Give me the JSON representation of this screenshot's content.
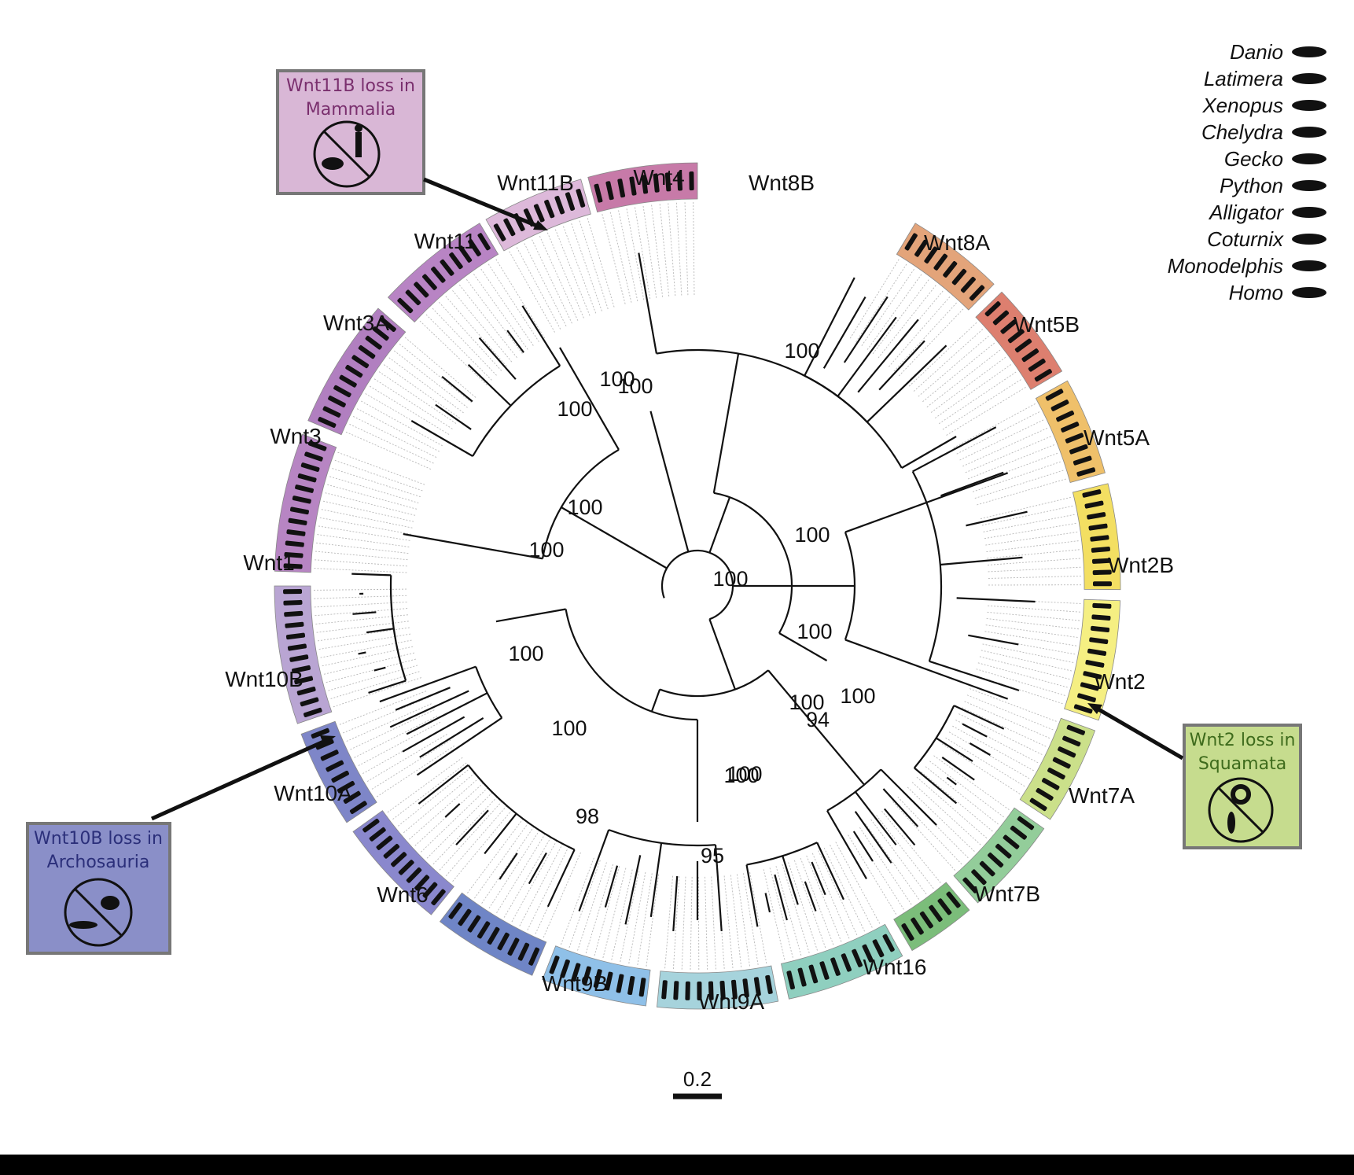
{
  "families": [
    {
      "name": "Wnt4",
      "color": "#c77aa8"
    },
    {
      "name": "Wnt8B",
      "color": "#e3a47a"
    },
    {
      "name": "Wnt8A",
      "color": "#dd7f6f"
    },
    {
      "name": "Wnt5B",
      "color": "#efc06a"
    },
    {
      "name": "Wnt5A",
      "color": "#f3df62"
    },
    {
      "name": "Wnt2B",
      "color": "#f5ef82"
    },
    {
      "name": "Wnt2",
      "color": "#cbe08a"
    },
    {
      "name": "Wnt7A",
      "color": "#93cd9a"
    },
    {
      "name": "Wnt7B",
      "color": "#7bbd7a"
    },
    {
      "name": "Wnt16",
      "color": "#8fcfbf"
    },
    {
      "name": "Wnt9A",
      "color": "#a6d3dc"
    },
    {
      "name": "Wnt9B",
      "color": "#8fc0e8"
    },
    {
      "name": "Wnt6",
      "color": "#6f85c6"
    },
    {
      "name": "Wnt10A",
      "color": "#8a88cd"
    },
    {
      "name": "Wnt10B",
      "color": "#7e86c8"
    },
    {
      "name": "Wnt1",
      "color": "#b9a5d3"
    },
    {
      "name": "Wnt3",
      "color": "#b785c3"
    },
    {
      "name": "Wnt3A",
      "color": "#b17fc0"
    },
    {
      "name": "Wnt11",
      "color": "#b884c4"
    },
    {
      "name": "Wnt11B",
      "color": "#ddb9da"
    }
  ],
  "bootstrap_values": [
    "100",
    "100",
    "100",
    "100",
    "100",
    "94",
    "100",
    "100",
    "100",
    "100",
    "100",
    "100",
    "100",
    "100",
    "98",
    "95",
    "100",
    "100"
  ],
  "species_legend": [
    "Danio",
    "Latimera",
    "Xenopus",
    "Chelydra",
    "Gecko",
    "Python",
    "Alligator",
    "Coturnix",
    "Monodelphis",
    "Homo"
  ],
  "callouts": {
    "wnt11b": {
      "line1": "Wnt11B loss in",
      "line2": "Mammalia",
      "fill": "#d9b7d6",
      "text_color": "#7a2f6e"
    },
    "wnt10b": {
      "line1": "Wnt10B loss in",
      "line2": "Archosauria",
      "fill": "#8a8fc8",
      "text_color": "#2b2f7a"
    },
    "wnt2": {
      "line1": "Wnt2 loss in",
      "line2": "Squamata",
      "fill": "#c6dc8e",
      "text_color": "#3e6b1c"
    }
  },
  "scale_bar": {
    "label": "0.2"
  }
}
